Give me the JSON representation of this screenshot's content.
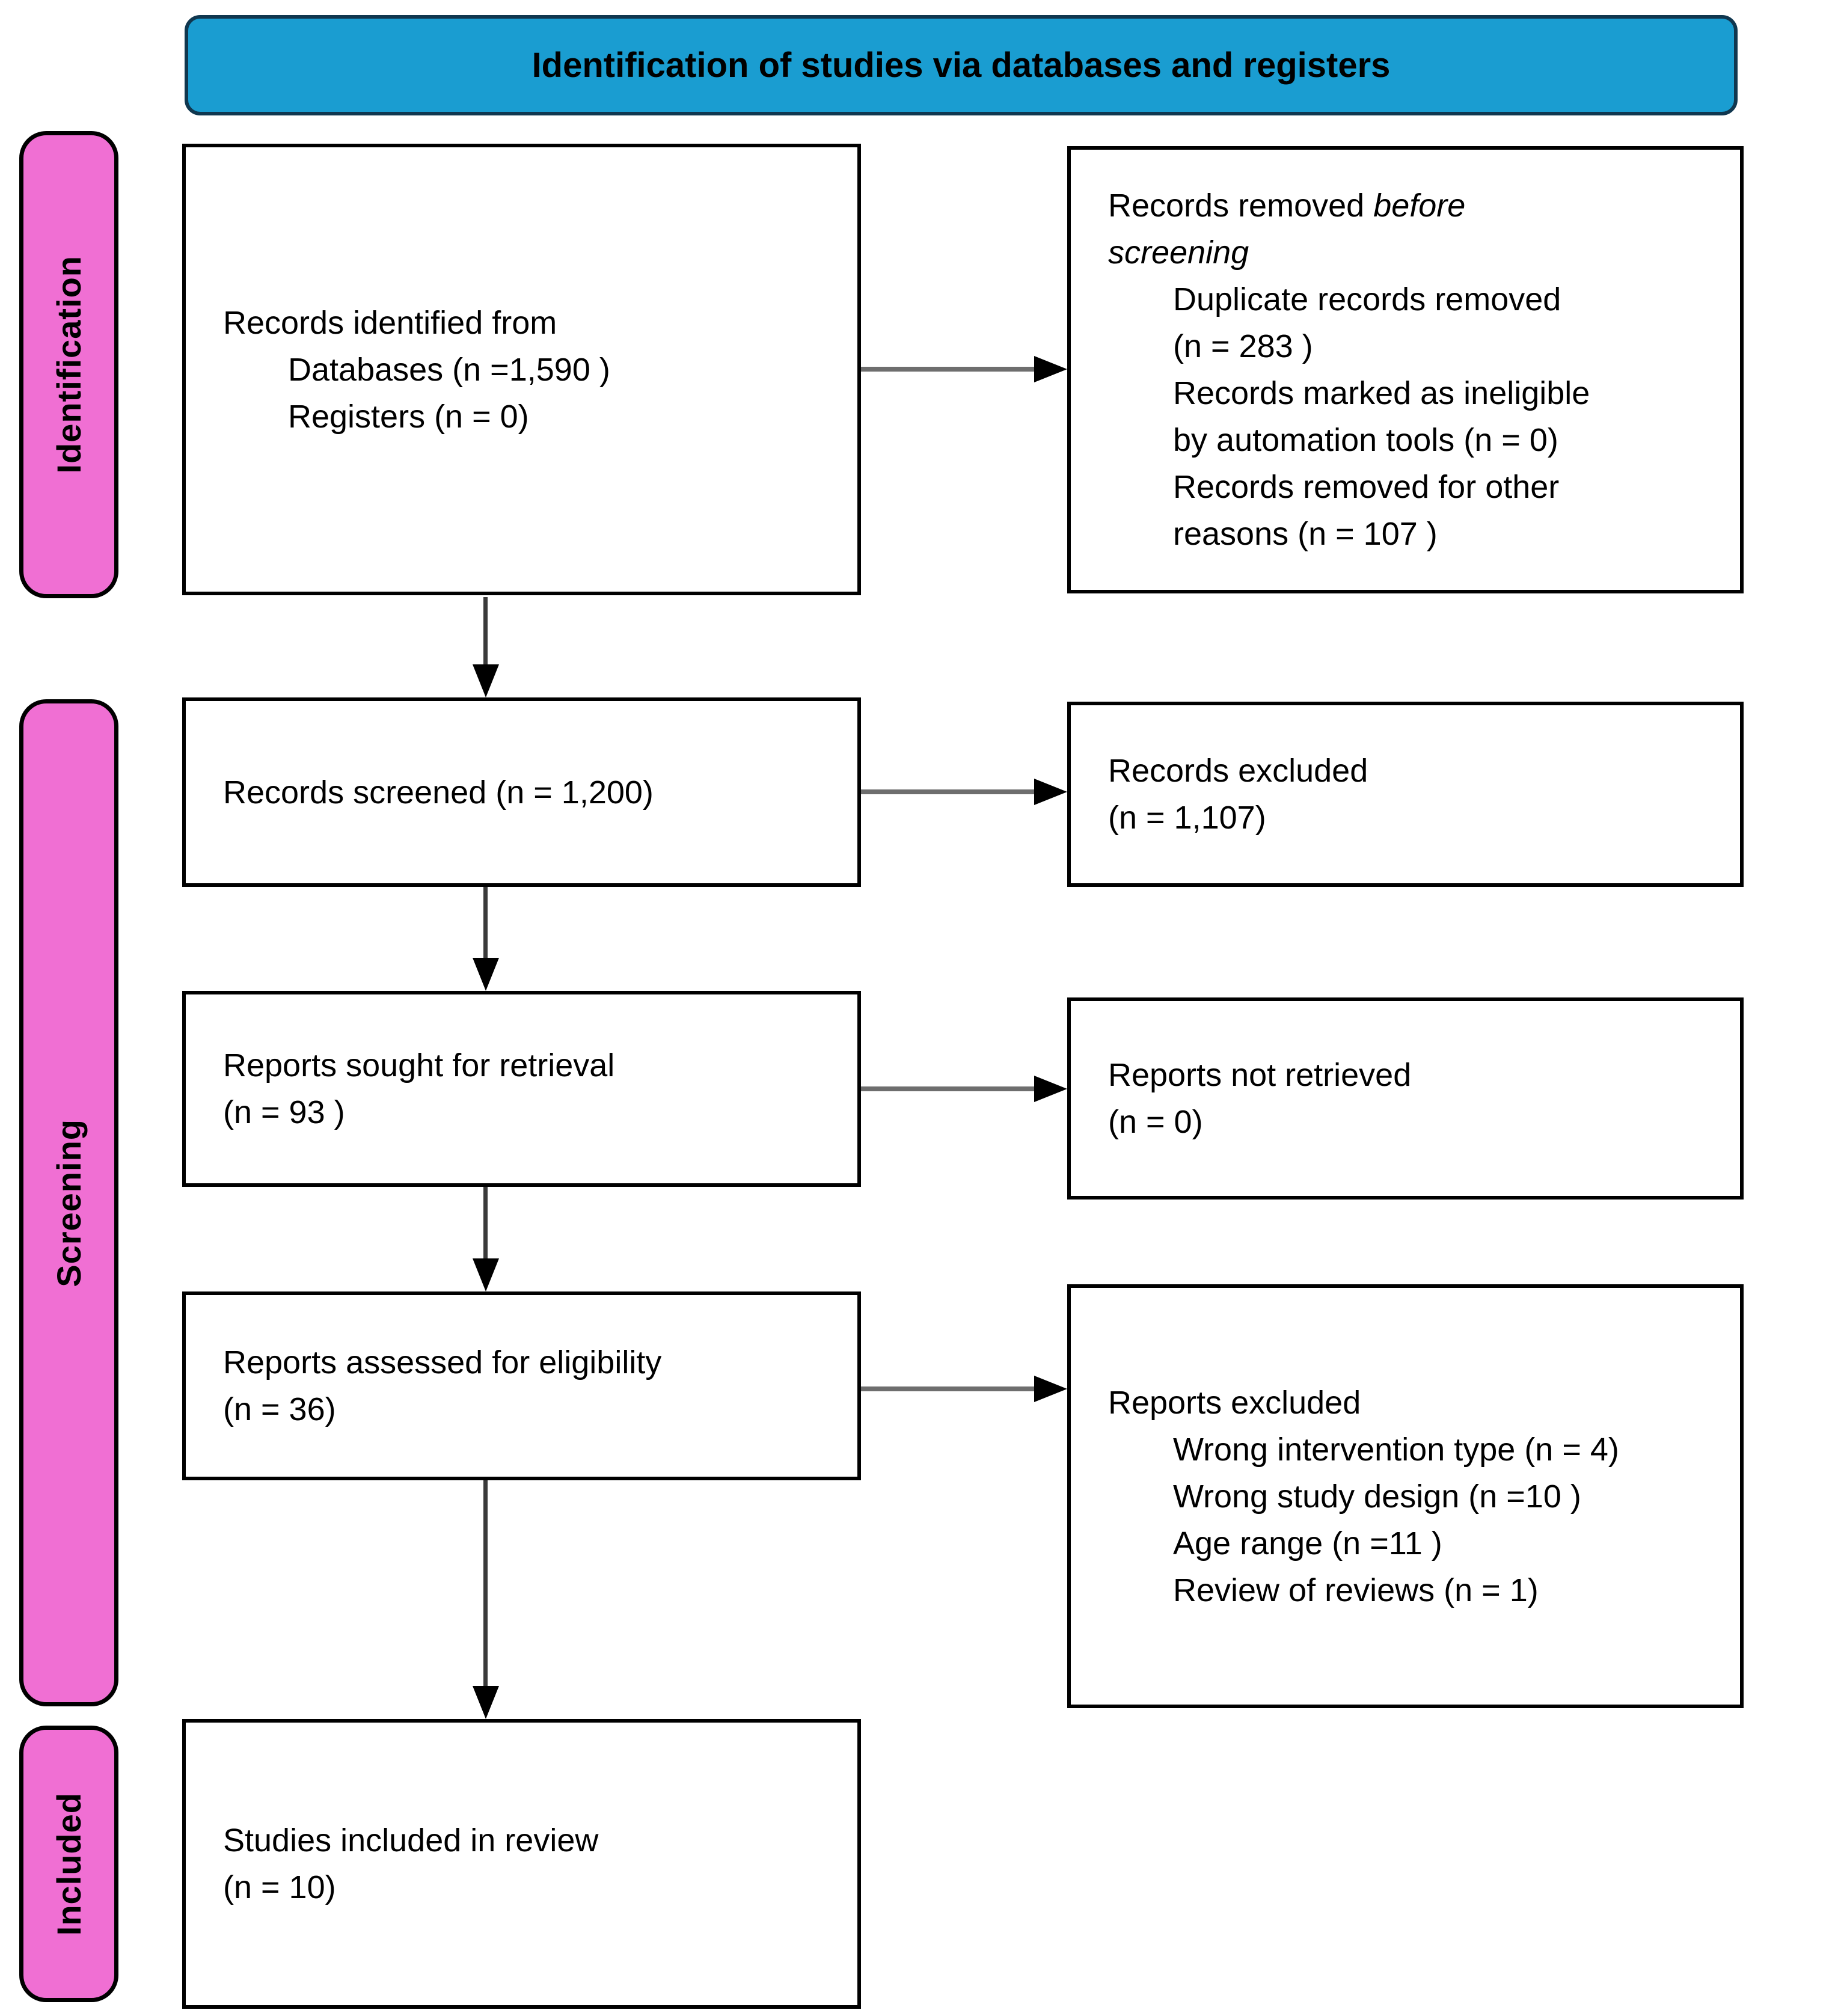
{
  "header": {
    "title": "Identification of studies via databases and registers"
  },
  "colors": {
    "header_bg": "#1A9DD1",
    "header_border": "#10374F",
    "stage_bg": "#F06FD3",
    "line_color": "#3A3A3A",
    "hline_color": "#6E6E6E"
  },
  "stages": {
    "identification": "Identification",
    "screening": "Screening",
    "included": "Included"
  },
  "boxes": {
    "records_identified": {
      "title": "Records identified from",
      "detail": "Databases (n =1,590 )\nRegisters (n = 0)"
    },
    "records_removed": {
      "title_normal": "Records removed ",
      "title_italic_line1": "before",
      "title_italic_line2": "screening",
      "items": [
        "Duplicate records removed\n(n = 283 )",
        "Records marked as ineligible\nby automation tools (n = 0)",
        "Records removed for other\nreasons (n = 107 )"
      ]
    },
    "records_screened": {
      "text": "Records screened (n = 1,200)"
    },
    "records_excluded": {
      "text": "Records excluded\n(n = 1,107)"
    },
    "reports_sought": {
      "text": "Reports sought for retrieval\n(n = 93 )"
    },
    "reports_not_retrieved": {
      "text": "Reports not retrieved\n(n = 0)"
    },
    "reports_assessed": {
      "text": "Reports assessed for eligibility\n(n = 36)"
    },
    "reports_excluded": {
      "title": "Reports excluded",
      "items": [
        "Wrong intervention type (n = 4)",
        "Wrong study design (n =10 )",
        "Age range (n =11 )",
        "Review of reviews (n = 1)"
      ]
    },
    "studies_included": {
      "text": "Studies included in review\n(n = 10)"
    }
  }
}
